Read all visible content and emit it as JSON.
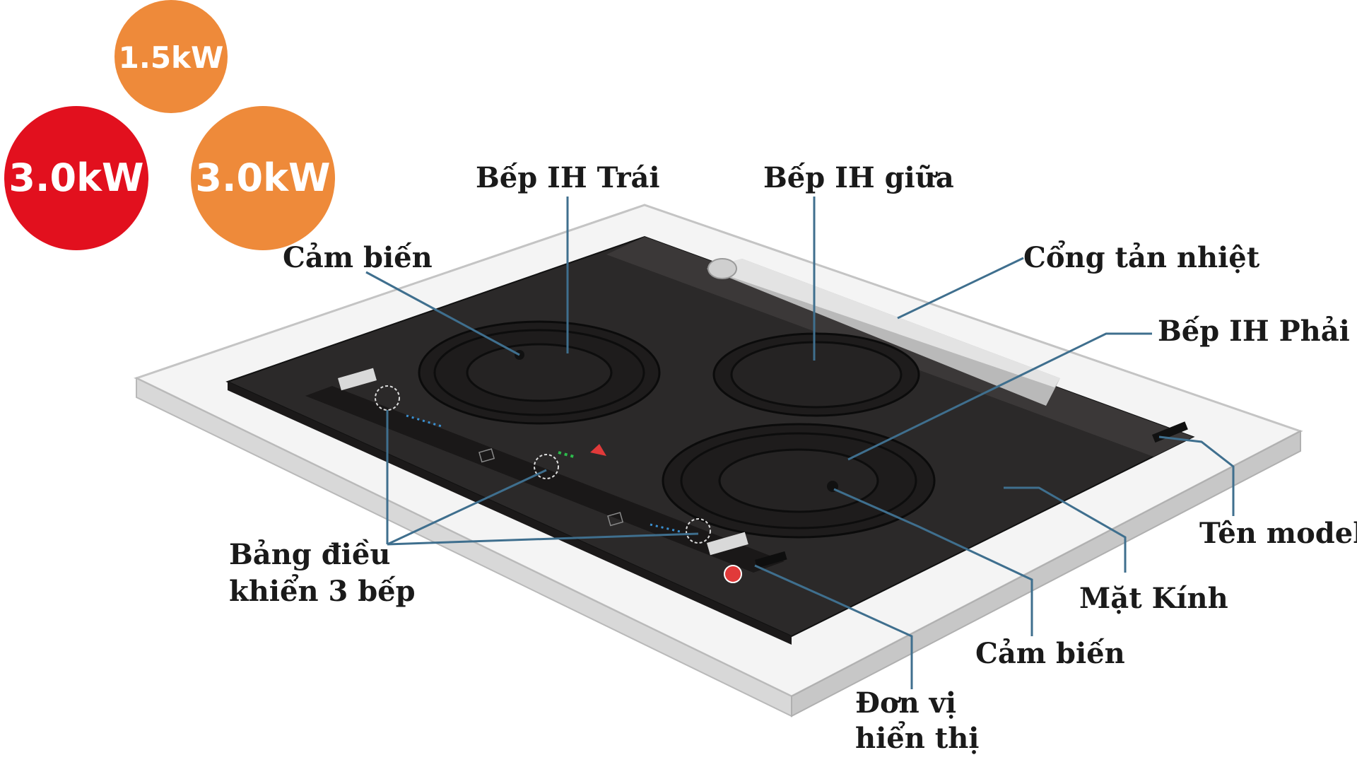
{
  "power_badges": {
    "top_center": {
      "text": "1.5kW",
      "color": "#EE8A3A"
    },
    "left": {
      "text": "3.0kW",
      "color": "#E2101E"
    },
    "right": {
      "text": "3.0kW",
      "color": "#EE8A3A"
    }
  },
  "labels": {
    "left_burner": "Bếp IH Trái",
    "middle_burner": "Bếp IH giữa",
    "sensor_left": "Cảm biến",
    "heat_vent": "Cổng tản nhiệt",
    "right_burner": "Bếp IH Phải",
    "control_panel_line1": "Bảng điều",
    "control_panel_line2": "khiển 3 bếp",
    "model_name": "Tên model",
    "glass_top": "Mặt Kính",
    "sensor_right": "Cảm biến",
    "display_unit_line1": "Đơn vị",
    "display_unit_line2": "hiển thị"
  },
  "colors": {
    "leader_line": "#3f6f8e",
    "glass": "#2b2929",
    "frame": "#f4f4f4",
    "frame_edge": "#b9b9b9",
    "indicator_red": "#e13a3a",
    "indicator_green": "#2dbb4c",
    "indicator_blue": "#3a8fd0"
  }
}
